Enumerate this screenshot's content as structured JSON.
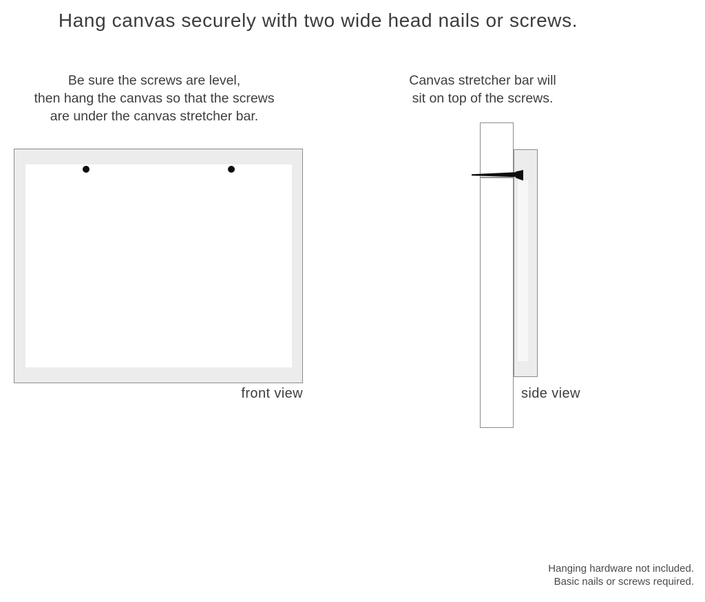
{
  "title": "Hang canvas securely with two wide head nails or screws.",
  "instructions": {
    "front": {
      "lines": [
        "Be sure the screws are level,",
        "then hang the canvas so that the screws",
        "are under the canvas stretcher bar."
      ]
    },
    "side": {
      "lines": [
        "Canvas stretcher bar will",
        "sit on top of the screws."
      ]
    }
  },
  "labels": {
    "front_view": "front view",
    "side_view": "side view"
  },
  "footer": {
    "lines": [
      "Hanging hardware not included.",
      "Basic nails or screws required."
    ]
  },
  "colors": {
    "background": "#ffffff",
    "text": "#3c3c3c",
    "canvas_fill": "#ececec",
    "outline": "#8c8c8c",
    "nail": "#0d0d0d"
  }
}
